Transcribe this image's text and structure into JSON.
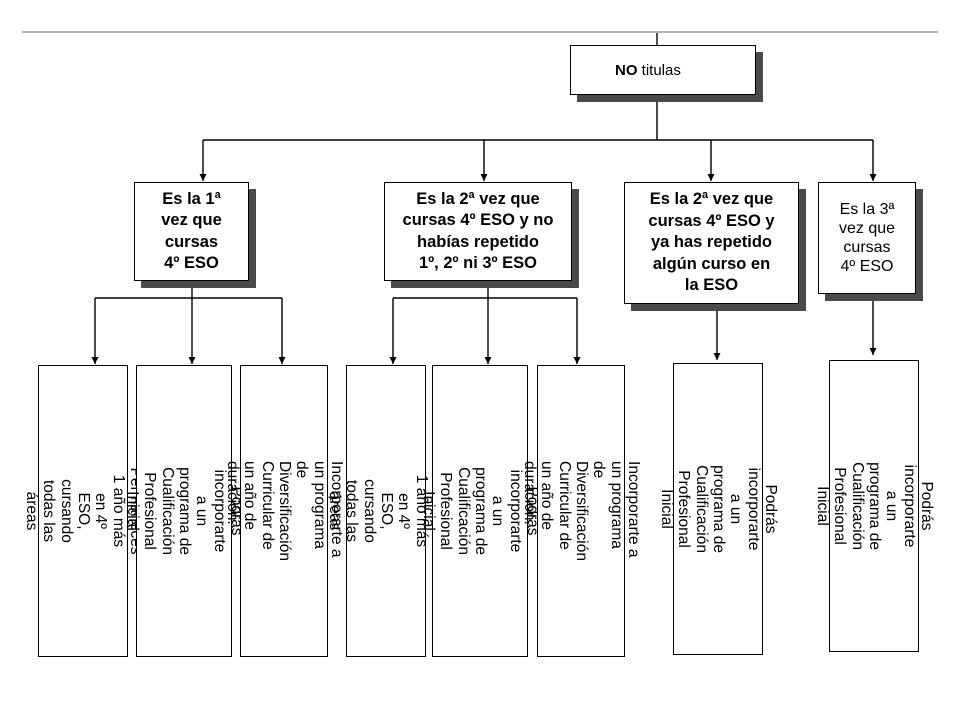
{
  "root": {
    "bold": "NO",
    "rest": "titulas"
  },
  "branches": [
    {
      "condition": "Es la 1ª\nvez que\ncursas\n4º ESO",
      "outcomes": [
        "Permaneces 1 año más en 4º\nESO, cursando todas las áreas",
        "Podrás incorporarte a un\nprograma de Cualificación\nProfesional Inicial",
        "Incorporarte a un programa de\nDiversificación Curricular    de\nun año de duración."
      ]
    },
    {
      "condition": "Es la 2ª vez que\ncursas 4º ESO y no\nhabías repetido\n1º, 2º ni 3º ESO",
      "outcomes": [
        "Permaneces 1 año más en 4º\nESO, cursando todas las áreas",
        "Podrás incorporarte a un\nprograma de Cualificación\nProfesional Inicial",
        "Incorporarte a un programa de\nDiversificación Curricular    de\nun año de duración."
      ]
    },
    {
      "condition": "Es la 2ª vez que\ncursas 4º ESO y\nya has repetido\nalgún curso en\nla ESO",
      "outcomes": [
        "Podrás incorporarte a un\nprograma de Cualificación\nProfesional Inicial"
      ]
    },
    {
      "condition": "Es la 3ª\nvez que\ncursas\n4º ESO",
      "outcomes": [
        "Podrás incorporarte a un\nprograma de Cualificación\nProfesional Inicial"
      ]
    }
  ]
}
